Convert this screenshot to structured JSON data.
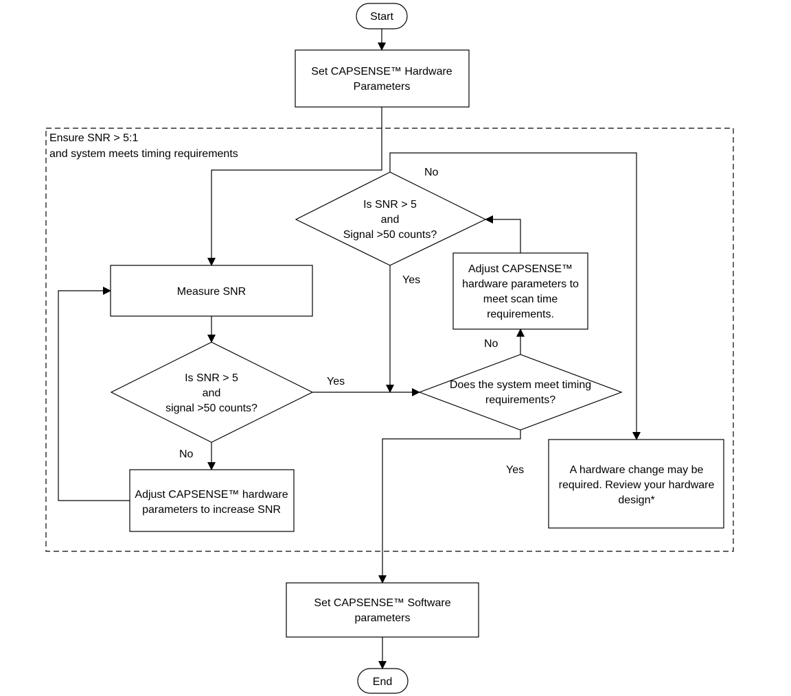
{
  "diagram": {
    "start": "Start",
    "end": "End",
    "set_hw": [
      "Set CAPSENSE™ Hardware",
      "Parameters"
    ],
    "group_label": [
      "Ensure SNR > 5:1",
      "and system meets timing requirements"
    ],
    "measure_snr": "Measure SNR",
    "decision_snr_bottom": [
      "Is SNR > 5",
      "and",
      "signal >50 counts?"
    ],
    "decision_snr_top": [
      "Is SNR > 5",
      "and",
      "Signal >50 counts?"
    ],
    "decision_timing": [
      "Does the system meet timing",
      "requirements?"
    ],
    "adjust_snr": [
      "Adjust CAPSENSE™ hardware",
      "parameters to increase SNR"
    ],
    "adjust_scan": [
      "Adjust CAPSENSE™",
      "hardware parameters to",
      "meet scan time",
      "requirements."
    ],
    "hw_change": [
      "A hardware change may be",
      "required. Review your hardware",
      "design*"
    ],
    "set_sw": [
      "Set CAPSENSE™ Software",
      "parameters"
    ],
    "labels": {
      "yes_snr_to_timing": "Yes",
      "no_snr_bottom": "No",
      "no_top": "No",
      "yes_top": "Yes",
      "no_timing": "No",
      "yes_timing": "Yes"
    }
  }
}
